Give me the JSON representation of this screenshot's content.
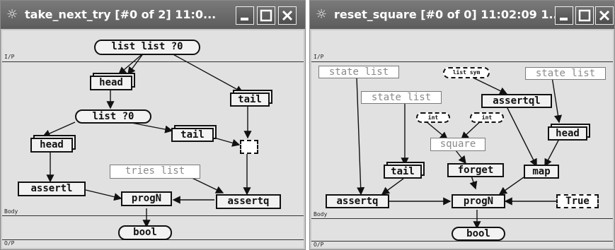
{
  "windows": [
    {
      "title": "take_next_try [#0 of 2]  11:0...",
      "zones": {
        "input": "I/P",
        "body": "Body",
        "output": "O/P"
      },
      "nodes": {
        "top": "list list ?0",
        "head1": "head",
        "tail1": "tail",
        "list0": "list ?0",
        "tail2": "tail",
        "head2": "head",
        "tries": "tries list",
        "assertl": "assertl",
        "progN": "progN",
        "assertq": "assertq",
        "bool": "bool"
      }
    },
    {
      "title": "reset_square [#0 of 0]  11:02:09 1...",
      "zones": {
        "input": "I/P",
        "body": "Body",
        "output": "O/P"
      },
      "nodes": {
        "state1": "state list",
        "listsym": "list sym",
        "state3": "state list",
        "state2": "state list",
        "assertql": "assertql",
        "int1": "int",
        "int2": "int",
        "head": "head",
        "square": "square",
        "tail": "tail",
        "forget": "forget",
        "map": "map",
        "assertq": "assertq",
        "progN": "progN",
        "true": "True",
        "bool": "bool"
      }
    }
  ]
}
